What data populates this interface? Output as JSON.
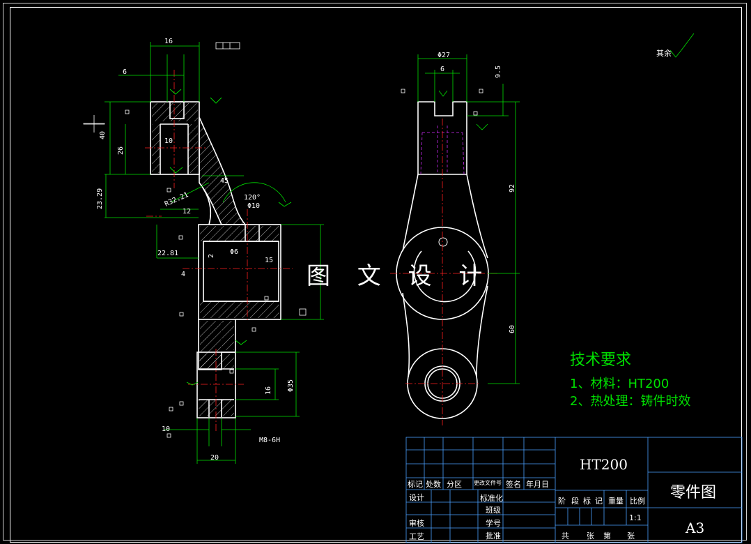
{
  "watermark": "图 文 设 计",
  "roughness_note": "其余",
  "technical_requirements": {
    "title": "技术要求",
    "items": [
      "1、材料：HT200",
      "2、热处理：铸件时效"
    ]
  },
  "title_block": {
    "material": "HT200",
    "drawing_name": "零件图",
    "sheet_size": "A3",
    "scale": "1:1",
    "headers": [
      "标记",
      "处数",
      "分区",
      "更改文件号",
      "签名",
      "年月日"
    ],
    "left_labels": [
      "设计",
      "审核",
      "工艺"
    ],
    "mid_labels": [
      "标准化",
      "班级",
      "学号",
      "批准"
    ],
    "stage_labels": [
      "阶",
      "段",
      "标",
      "记"
    ],
    "weight_label": "重量",
    "scale_label": "比例",
    "sheet_labels": [
      "共",
      "张",
      "第",
      "张"
    ]
  },
  "dimensions": {
    "left_view": [
      "16",
      "6",
      "40",
      "26",
      "10",
      "23.29",
      "R32.21",
      "45",
      "120°",
      "Φ10",
      "12",
      "22.81",
      "Φ6",
      "2",
      "15",
      "4",
      "Φ35",
      "16",
      "10",
      "M8-6H",
      "20"
    ],
    "right_view": [
      "Φ27",
      "6",
      "9.5",
      "92",
      "60"
    ]
  }
}
